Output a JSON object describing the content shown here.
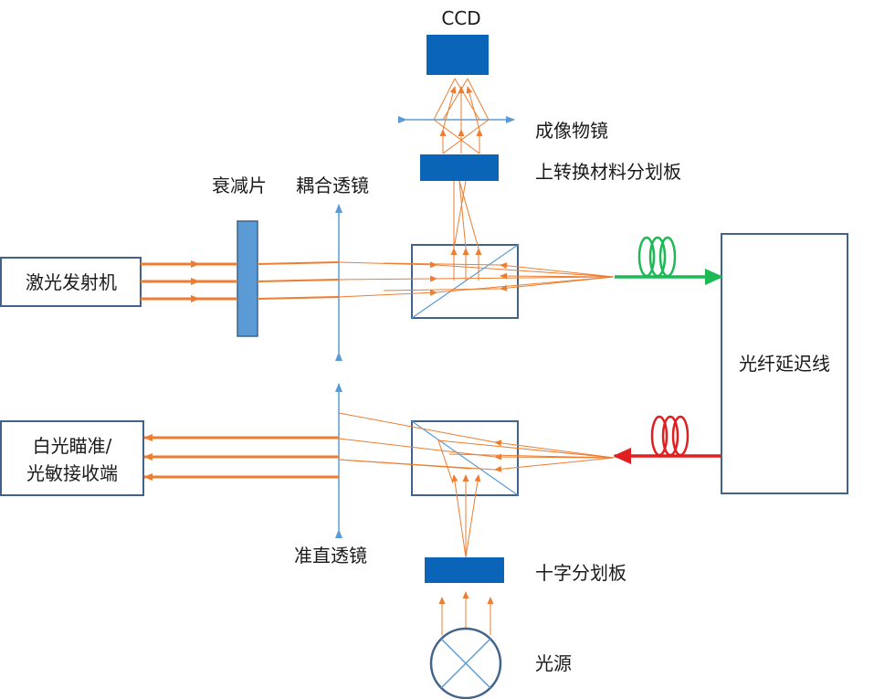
{
  "labels": {
    "ccd": "CCD",
    "imaging_objective": "成像物镜",
    "upconversion_reticle": "上转换材料分划板",
    "attenuator": "衰减片",
    "coupling_lens": "耦合透镜",
    "laser_emitter": "激光发射机",
    "fiber_delay_line": "光纤延迟线",
    "white_light_line1": "白光瞄准/",
    "white_light_line2": "光敏接收端",
    "collimating_lens": "准直透镜",
    "cross_reticle": "十字分划板",
    "light_source": "光源"
  },
  "colors": {
    "ray": "#ed7d31",
    "lens": "#5b9bd5",
    "frame": "#41628a",
    "component_fill": "#0a64b8",
    "attenuator_fill": "#5b9bd5",
    "fiber_out": "#1db954",
    "fiber_in": "#e02020"
  }
}
